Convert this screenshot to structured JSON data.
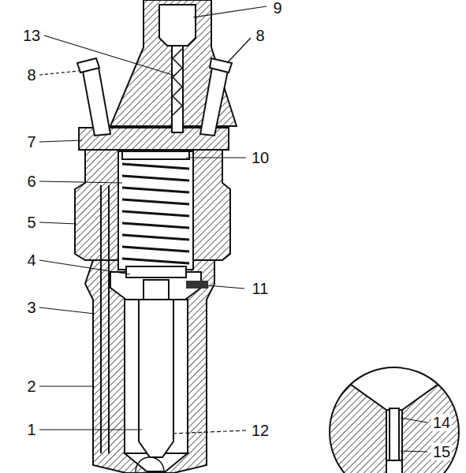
{
  "diagram": {
    "labels": [
      "9",
      "13",
      "8",
      "8",
      "7",
      "10",
      "6",
      "5",
      "4",
      "11",
      "3",
      "2",
      "1",
      "12",
      "14",
      "15"
    ]
  }
}
